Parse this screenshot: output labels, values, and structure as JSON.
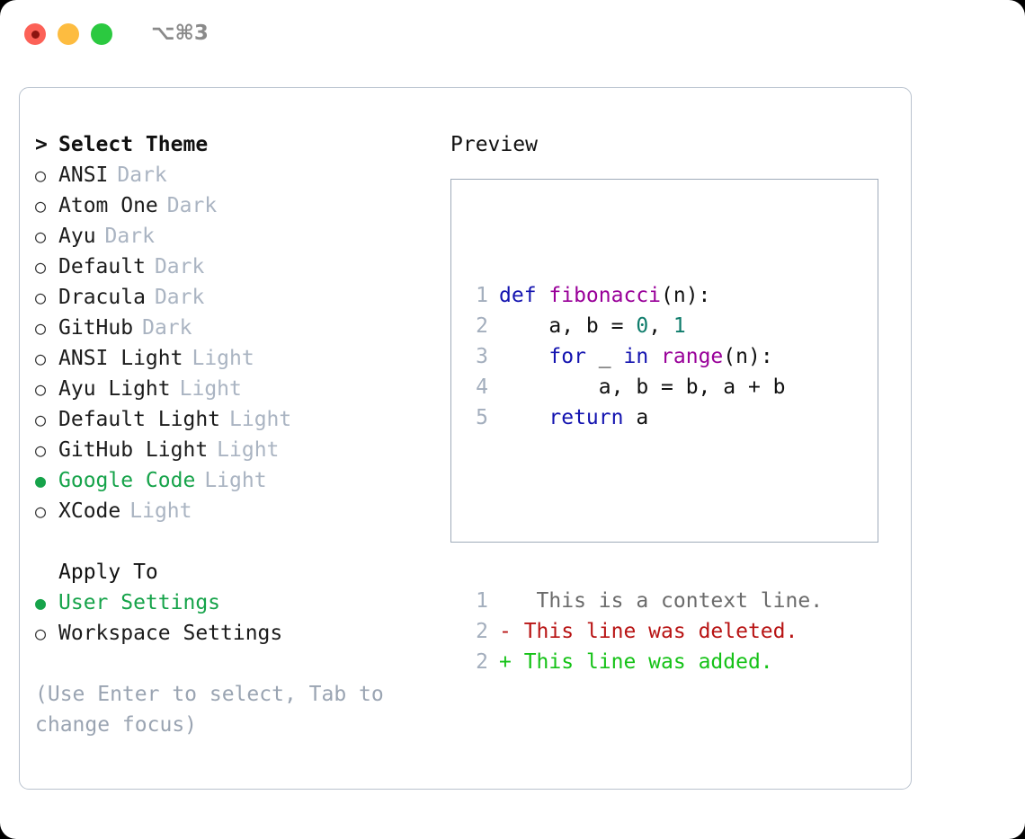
{
  "window": {
    "traffic_lights": [
      "close",
      "minimize",
      "zoom"
    ],
    "shortcut": "⌥⌘3"
  },
  "theme_picker": {
    "header": "Select Theme",
    "caret": ">",
    "bullet_selected": "●",
    "bullet_unselected": "○",
    "items": [
      {
        "label": "ANSI",
        "tag": "Dark",
        "selected": false
      },
      {
        "label": "Atom One",
        "tag": "Dark",
        "selected": false
      },
      {
        "label": "Ayu",
        "tag": "Dark",
        "selected": false
      },
      {
        "label": "Default",
        "tag": "Dark",
        "selected": false
      },
      {
        "label": "Dracula",
        "tag": "Dark",
        "selected": false
      },
      {
        "label": "GitHub",
        "tag": "Dark",
        "selected": false
      },
      {
        "label": "ANSI Light",
        "tag": "Light",
        "selected": false
      },
      {
        "label": "Ayu Light",
        "tag": "Light",
        "selected": false
      },
      {
        "label": "Default Light",
        "tag": "Light",
        "selected": false
      },
      {
        "label": "GitHub Light",
        "tag": "Light",
        "selected": false
      },
      {
        "label": "Google Code",
        "tag": "Light",
        "selected": true
      },
      {
        "label": "XCode",
        "tag": "Light",
        "selected": false
      }
    ]
  },
  "apply_to": {
    "header": "Apply To",
    "items": [
      {
        "label": "User Settings",
        "selected": true
      },
      {
        "label": "Workspace Settings",
        "selected": false
      }
    ]
  },
  "hint": "(Use Enter to select, Tab to change focus)",
  "preview": {
    "title": "Preview",
    "code_lines": [
      {
        "num": "1",
        "tokens": [
          {
            "text": "def ",
            "kind": "kw"
          },
          {
            "text": "fibonacci",
            "kind": "fn"
          },
          {
            "text": "(n):",
            "kind": "pl"
          }
        ]
      },
      {
        "num": "2",
        "tokens": [
          {
            "text": "    a, b = ",
            "kind": "pl"
          },
          {
            "text": "0",
            "kind": "num"
          },
          {
            "text": ", ",
            "kind": "pl"
          },
          {
            "text": "1",
            "kind": "num"
          }
        ]
      },
      {
        "num": "3",
        "tokens": [
          {
            "text": "    ",
            "kind": "pl"
          },
          {
            "text": "for",
            "kind": "kw"
          },
          {
            "text": " _ ",
            "kind": "pl"
          },
          {
            "text": "in",
            "kind": "kw"
          },
          {
            "text": " ",
            "kind": "pl"
          },
          {
            "text": "range",
            "kind": "fn"
          },
          {
            "text": "(n):",
            "kind": "pl"
          }
        ]
      },
      {
        "num": "4",
        "tokens": [
          {
            "text": "        a, b = b, a + b",
            "kind": "pl"
          }
        ]
      },
      {
        "num": "5",
        "tokens": [
          {
            "text": "    ",
            "kind": "pl"
          },
          {
            "text": "return",
            "kind": "kw"
          },
          {
            "text": " a",
            "kind": "pl"
          }
        ]
      }
    ],
    "diff_lines": [
      {
        "num": "1",
        "marker": " ",
        "text": "  This is a context line.",
        "kind": "ctx"
      },
      {
        "num": "2",
        "marker": "-",
        "text": " This line was deleted.",
        "kind": "del"
      },
      {
        "num": "2",
        "marker": "+",
        "text": " This line was added.",
        "kind": "add"
      }
    ]
  },
  "colors": {
    "accent_green": "#16a34a",
    "muted": "#aab4c2",
    "keyword": "#1414b0",
    "function": "#990099",
    "number": "#0e7c6b",
    "diff_deleted": "#b81414",
    "diff_added": "#15c217",
    "border": "#b9c2ce"
  }
}
